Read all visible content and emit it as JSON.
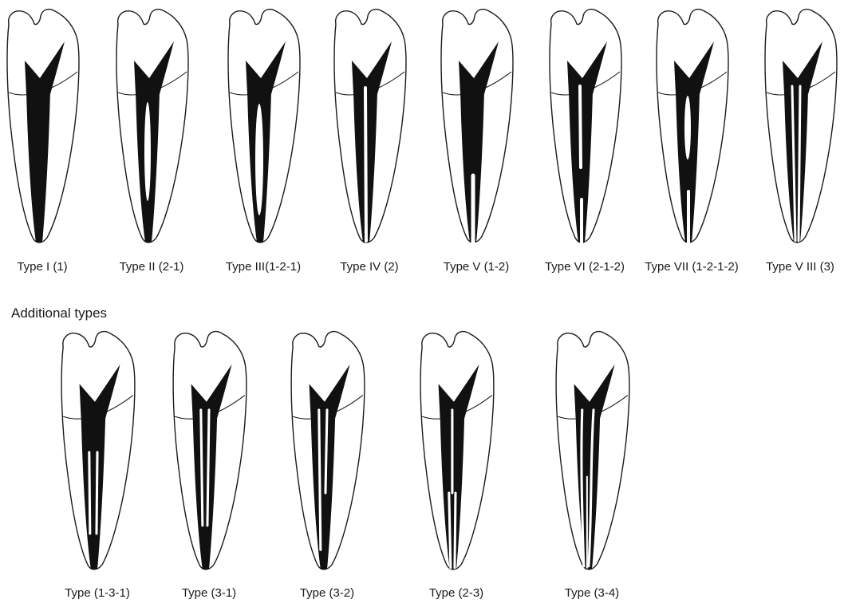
{
  "figure": {
    "row1_types": [
      {
        "label": "Type I (1)",
        "pattern": "1"
      },
      {
        "label": "Type II (2-1)",
        "pattern": "2-1"
      },
      {
        "label": "Type III(1-2-1)",
        "pattern": "1-2-1"
      },
      {
        "label": "Type IV (2)",
        "pattern": "2"
      },
      {
        "label": "Type V (1-2)",
        "pattern": "1-2"
      },
      {
        "label": "Type VI (2-1-2)",
        "pattern": "2-1-2"
      },
      {
        "label": "Type VII (1-2-1-2)",
        "pattern": "1-2-1-2"
      },
      {
        "label": "Type V III (3)",
        "pattern": "3"
      }
    ],
    "section_title": "Additional types",
    "row2_types": [
      {
        "label": "Type (1-3-1)",
        "pattern": "1-3-1"
      },
      {
        "label": "Type (3-1)",
        "pattern": "3-1"
      },
      {
        "label": "Type (3-2)",
        "pattern": "3-2"
      },
      {
        "label": "Type (2-3)",
        "pattern": "2-3"
      },
      {
        "label": "Type (3-4)",
        "pattern": "3-4"
      }
    ],
    "colors": {
      "pulp": "#111111",
      "outline": "#1a1a1a",
      "background": "#ffffff"
    }
  }
}
